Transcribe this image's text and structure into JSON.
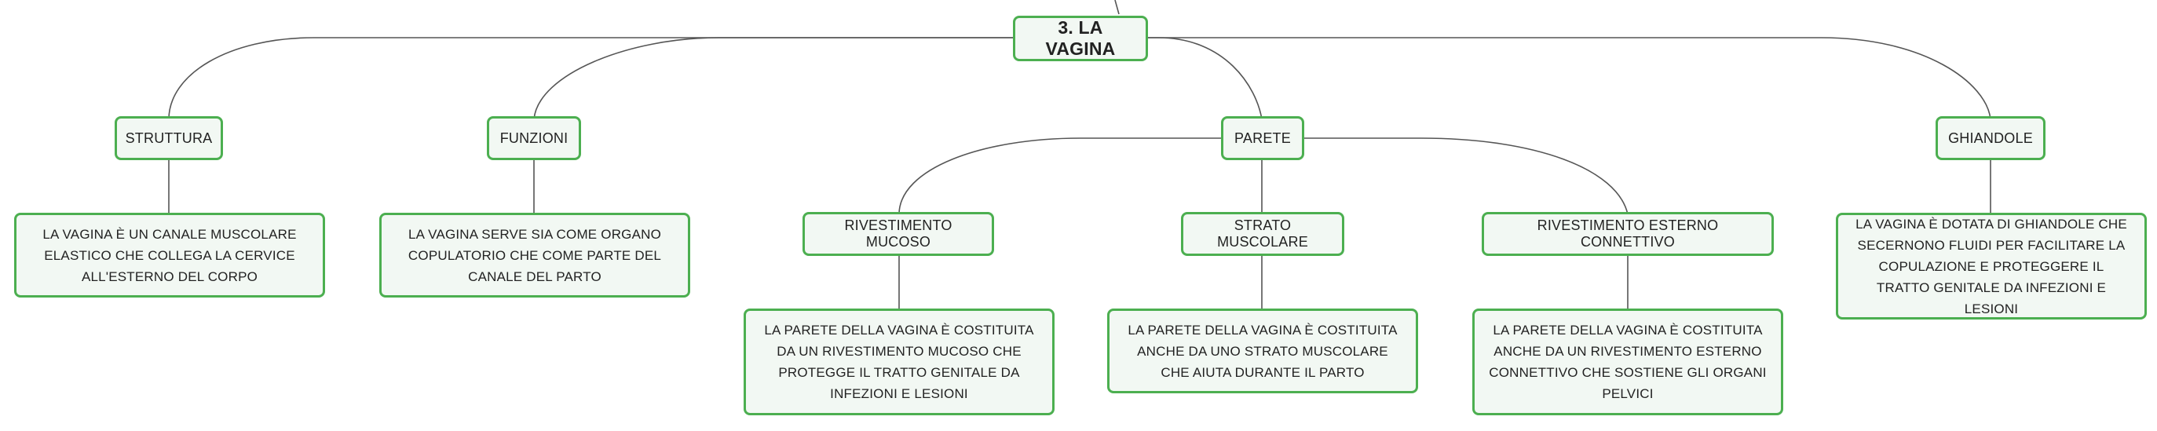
{
  "root": {
    "label": "3. LA VAGINA"
  },
  "branches": {
    "struttura": {
      "label": "STRUTTURA",
      "detail": "LA VAGINA È UN CANALE MUSCOLARE ELASTICO CHE COLLEGA LA CERVICE ALL'ESTERNO DEL CORPO"
    },
    "funzioni": {
      "label": "FUNZIONI",
      "detail": "LA VAGINA SERVE SIA COME ORGANO COPULATORIO CHE COME PARTE DEL CANALE DEL PARTO"
    },
    "parete": {
      "label": "PARETE",
      "children": {
        "mucoso": {
          "label": "RIVESTIMENTO MUCOSO",
          "detail": "LA PARETE DELLA VAGINA È COSTITUITA DA UN RIVESTIMENTO MUCOSO CHE PROTEGGE IL TRATTO GENITALE DA INFEZIONI E LESIONI"
        },
        "muscolare": {
          "label": "STRATO MUSCOLARE",
          "detail": "LA PARETE DELLA VAGINA È COSTITUITA ANCHE DA UNO STRATO MUSCOLARE CHE AIUTA DURANTE IL PARTO"
        },
        "connettivo": {
          "label": "RIVESTIMENTO ESTERNO CONNETTIVO",
          "detail": "LA PARETE DELLA VAGINA È COSTITUITA ANCHE DA UN RIVESTIMENTO ESTERNO CONNETTIVO CHE SOSTIENE GLI ORGANI PELVICI"
        }
      }
    },
    "ghiandole": {
      "label": "GHIANDOLE",
      "detail": "LA VAGINA È DOTATA DI GHIANDOLE CHE SECERNONO FLUIDI PER FACILITARE LA COPULAZIONE E PROTEGGERE IL TRATTO GENITALE DA INFEZIONI E LESIONI"
    }
  },
  "colors": {
    "node_border": "#4caf50",
    "node_fill": "#f2f8f3",
    "connector": "#555555"
  }
}
